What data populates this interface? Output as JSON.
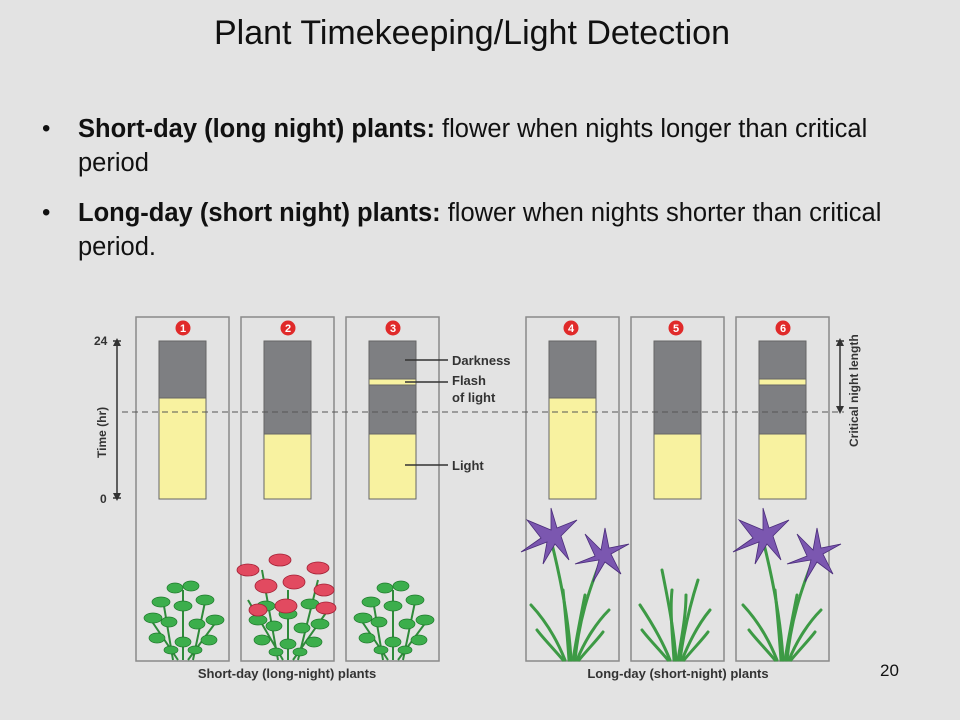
{
  "slide": {
    "title": "Plant Timekeeping/Light Detection",
    "page_number": "20"
  },
  "bullets": [
    {
      "bold": "Short-day (long night) plants:",
      "text": " flower when nights longer than critical period"
    },
    {
      "bold": "Long-day (short night) plants:",
      "text": " flower when nights shorter than critical period."
    }
  ],
  "figure": {
    "y_axis_label": "Time (hr)",
    "y_tick_top": "24",
    "y_tick_bottom": "0",
    "right_axis_label": "Critical night length",
    "callouts": {
      "darkness": "Darkness",
      "flash_line1": "Flash",
      "flash_line2": "of light",
      "light": "Light"
    },
    "group_labels": {
      "short_day": "Short-day (long-night) plants",
      "long_day": "Long-day (short-night) plants"
    },
    "panel_numbers": [
      "1",
      "2",
      "3",
      "4",
      "5",
      "6"
    ],
    "colors": {
      "darkness": "#7e7f82",
      "light": "#f8f2a0",
      "badge": "#e02a2a",
      "leaf": "#3aa64a",
      "rose": "#e24a60",
      "iris": "#7b57b0"
    }
  }
}
